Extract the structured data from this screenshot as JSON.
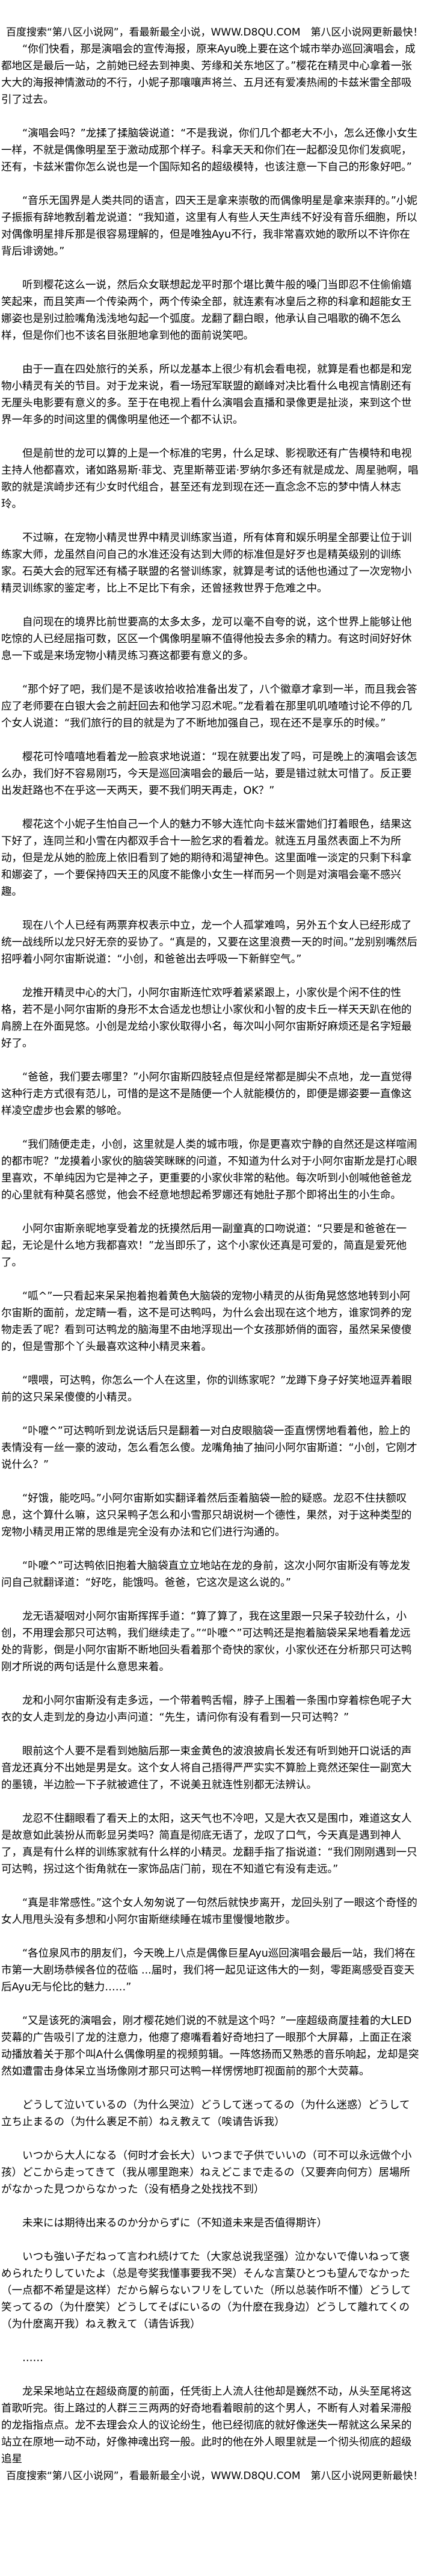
{
  "banner_top": "百度搜索“第八区小说网”，看最新最全小说，WWW.D8QU.COM　第八区小说网更新最快！",
  "paragraphs": [
    "“你们快看，那是演唱会的宣传海报，原来Ayu晚上要在这个城市举办巡回演唱会，成都地区是最后一站，之前她已经去到神奥、芳缘和关东地区了。”樱花在精灵中心拿着一张大大的海报神情激动的不行，小妮子那嚷嚷声将兰、五月还有爱凑热闹的卡兹米雷全部吸引了过去。",
    "“演唱会吗？”龙揉了揉脑袋说道：“不是我说，你们几个都老大不小，怎么还像小女生一样，不就是偶像明星至于激动成那个样子。科拿天天和你们在一起都没见你们发疯呢，还有，卡兹米雷你怎么说也是一个国际知名的超级模特，也该注意一下自己的形象好吧。”",
    "“音乐无国界是人类共同的语言，四天王是拿来崇敬的而偶像明星是拿来崇拜的。”小妮子振振有辞地教刮着龙说道：“我知道，这里有人有些人天生声线不好没有音乐细胞，所以对偶像明星排斥那是很容易理解的，但是唯独Ayu不行，我非常喜欢她的歌所以不许你在背后诽谤她。”",
    "听到樱花这么一说，然后众女联想起龙平时那个堪比黄牛般的嗓门当即忍不住偷偷嬉笑起来，而且笑声一个传染两个，两个传染全部，就连素有冰皇后之称的科拿和超能女王娜姿也是别过脸嘴角浅浅地勾起一个弧度。龙翻了翻白眼，他承认自己唱歌的确不怎么样，但是你们也不该名目张胆地拿到他的面前说笑吧。",
    "由于一直在四处旅行的关系，所以龙基本上很少有机会看电视，就算是看也都是和宠物小精灵有关的节目。对于龙来说，看一场冠军联盟的巅峰对决比看什么电视言情剧还有无厘头电影要有意义的多。至于在电视上看什么演唱会直播和录像更是扯淡，来到这个世界一年多的时间这里的偶像明星他还一个都不认识。",
    "但是前世的龙可以算的上是一个标准的宅男，什么足球、影视歌还有广告模特和电视主持人他都喜欢，诸如路易斯·菲戈、克里斯蒂亚诺·罗纳尔多还有就是成龙、周星驰啊，唱歌的就是滨崎步还有少女时代组合，甚至还有龙到现在还一直念念不忘的梦中情人林志玲。",
    "不过嘛，在宠物小精灵世界中精灵训练家当道，所有体育和娱乐明星全部要让位于训练家大师，龙虽然自问自己的水准还没有达到大师的标准但是好歹也是精英级别的训练家。石英大会的冠军还有橘子联盟的名誉训练家，就算是考试的话他也通过了一次宠物小精灵训练家的鉴定考，比上不足比下有余，还曾拯救世界于危难之中。",
    "自问现在的境界比前世要高的太多太多，龙可以毫不自夸的说，这个世界上能够让他吃惊的人已经屈指可数，区区一个偶像明星嘛不值得他投去多余的精力。有这时间好好休息一下或是来场宠物小精灵练习赛这都要有意义的多。",
    "“那个好了吧，我们是不是该收拾收拾准备出发了，八个徽章才拿到一半，而且我会答应了老师要在白银大会之前赶回去和他学习忍术呢。”龙看着在那里叽叽喳喳讨论不停的几个女人说道：“我们旅行的目的就是为了不断地加强自己，现在还不是享乐的时候。”",
    "樱花可怜嘻嘻地看着龙一脸哀求地说道：“现在就要出发了吗，可是晚上的演唱会该怎么办，我们好不容易刚巧，今天是巡回演唱会的最后一站，要是错过就太可惜了。反正要出发赶路也不在乎这一天两天，要不我们明天再走，OK？”",
    "樱花这个小妮子生怕自己一个人的魅力不够大连忙向卡兹米雷她们打着眼色，结果这下好了，连同兰和小雪在内都双手合十一脸乞求的看着龙。就连五月虽然表面上不为所动，但是龙从她的脸庞上依旧看到了她的期待和渴望神色。这里面唯一淡定的只剩下科拿和娜姿了，一个要保持四天王的风度不能像小女生一样而另一个则是对演唱会毫不感兴趣。",
    "现在八个人已经有两票弃权表示中立，龙一个人孤掌难鸣，另外五个女人已经形成了统一战线所以龙只好无奈的妥协了。“真是的，又要在这里浪费一天的时间。”龙别别嘴然后招呼着小阿尔宙斯说道：“小创，和爸爸出去呼吸一下新鲜空气。”",
    "龙推开精灵中心的大门，小阿尔宙斯连忙欢呼着紧紧跟上，小家伙是个闲不住的性格，若不是小阿尔宙斯的身形不太合适龙也想让小家伙和小智的皮卡丘一样天天趴在他的肩膀上在外面晃悠。小创是龙给小家伙取得小名，每次叫小阿尔宙斯好麻烦还是名字短最好了。",
    "“爸爸，我们要去哪里？”小阿尔宙斯四肢轻点但是经常都是脚尖不点地，龙一直觉得这种行走方式很有范儿，可惜的是这不是随便一个人就能模仿的，即便是娜姿要一直像这样凌空虚步也会累的够呛。",
    "“我们随便走走，小创，这里就是人类的城市哦，你是更喜欢宁静的自然还是这样喧闹的都市呢？”龙摸着小家伙的脑袋笑眯眯的问道，不知道为什么对于小阿尔宙斯龙是打心眼里喜欢，不单纯因为它是神之子，更重要的小家伙非常的粘他。每次听到小创喊他爸爸龙的心里就有种莫名感觉，他会不经意地想起希罗娜还有她肚子那个即将出生的小生命。",
    "小阿尔宙斯亲昵地享受着龙的抚摸然后用一副童真的口吻说道：“只要是和爸爸在一起，无论是什么地方我都喜欢！”龙当即乐了，这个小家伙还真是可爱的，简直是爱死他了。",
    "“呱^”一只看起来呆呆抱着抱着黄色大脑袋的宠物小精灵的从街角晃悠悠地转到小阿尔宙斯的面前，龙定睛一看，这不是可达鸭吗，为什么会出现在这个地方，谁家饲养的宠物走丢了呢？看到可达鸭龙的脑海里不由地浮现出一个女孩那娇俏的面容，虽然呆呆傻傻的，但是雪那个丫头最喜欢这种小精灵来着。",
    "“喂喂，可达鸭，你怎么一个人在这里，你的训练家呢？”龙蹲下身子好笑地逗弄着眼前的这只呆呆傻傻的小精灵。",
    "“卟嚒^”可达鸭听到龙说话后只是翻着一对白皮眼脑袋一歪直愣愣地看着他，脸上的表情没有一丝一豪的波动，怎么看怎么傻。龙嘴角抽了抽问小阿尔宙斯道：“小创，它刚才说什么？”",
    "“好饿，能吃吗。”小阿尔宙斯如实翻译着然后歪着脑袋一脸的疑惑。龙忍不住扶额叹息，这个算什么嘛，这只呆鸭子怎么和小雪那只胡说树一个德性，果然，对于这种类型的宠物小精灵用正常的思维是完全没有办法和它们进行沟通的。",
    "“卟嚒^”可达鸭依旧抱着大脑袋直立立地站在龙的身前，这次小阿尔宙斯没有等龙发问自己就翻译道：“好吃，能饿吗。爸爸，它这次是这么说的。”",
    "龙无语凝咽对小阿尔宙斯挥挥手道：“算了算了，我在这里跟一只呆子较劲什么，小创，不用理会那只可达鸭，我们继续走了。”“卟嚒^”可达鸭还是抱着脑袋呆呆地看着龙远处的背影，倒是小阿尔宙斯不断地回头看着那个奇快的家伙，小家伙还在分析那只可达鸭刚才所说的两句话是什么意思来着。",
    "龙和小阿尔宙斯没有走多远，一个带着鸭舌帽，脖子上围着一条围巾穿着棕色呢子大衣的女人走到龙的身边小声问道：“先生，请问你有没有看到一只可达鸭？”",
    "眼前这个人要不是看到她脑后那一束金黄色的波浪披肩长发还有听到她开口说话的声音龙还真分不出她是男是女。这个女人将自己捂得严严实实不算脸上竟然还架住一副宽大的墨镜，半边脸一下子就被遮住了，不说美丑就连性别都无法辨认。",
    "龙忍不住翻眼看了看天上的太阳，这天气也不冷吧，又是大衣又是围巾，难道这女人是故意如此装扮从而彰显另类吗？简直是彻底无语了，龙叹了口气，今天真是遇到神人了，真是有什么样的训练家就有什么样的小精灵。龙翻手指了指说道：“我们刚刚遇到一只可达鸭，拐过这个街角就在一家饰品店门前，现在不知道它有没有走远。”",
    "“真是非常感性。”这个女人匆匆说了一句然后就快步离开，龙回头别了一眼这个奇怪的女人甩甩头没有多想和小阿尔宙斯继续睡在城市里慢慢地散步。",
    "“各位泉风市的朋友们，今天晚上八点是偶像巨星Ayu巡回演唱会最后一站，我们将在市第一大剧场恭候各位的莅临 ...届时，我们将一起见证这伟大的一刻，零距离感受百变天后Ayu无与伦比的魅力……”",
    "“又是该死的演唱会，刚才樱花她们说的不就是这个吗？”一座超级商厦挂着的大LED荧幕的广告吸引了龙的注意力，他瘪了瘪嘴看着好奇地扫了一眼那个大屏幕，上面正在滚动播放着关于那个叫A什么偶像明星的视频剪辑。一阵悠扬而又熟悉的音乐响起，龙却是突然如遭雷击身体呆立当场像刚才那只可达鸭一样愣愣地盯视面前的那个大荧幕。",
    "どうして泣いているの（为什么哭泣）どうして迷ってるの（为什么迷惑）どうして立ち止まるの（为什么裹足不前）ねえ教えて（唉请告诉我）",
    "いつから大人になる（何时才会长大）いつまで子供でいいの（可不可以永远做个小孩）どこから走ってきて（我从哪里跑来）ねえどこまで走るの（又要奔向何方）居場所がなかった見つからなかった（没有栖身之处找找不到）",
    "未来には期待出来るのか分からずに（不知道未来是否值得期许）",
    "いつも強い子だねって言われ続けてた（大家总说我坚强）泣かないで偉いねって褒められたりしていたよ（总是夸奖我懂事要我不哭）そんな言葉ひとつも望んでなかった（一点都不希望是这样）だから解らないフリをしていた（所以总装作听不懂）どうして笑ってるの（为什麽笑）どうしてそばにいるの（为什麽在我身边）どうして離れてくの（为什麽离开我）ねえ教えて（请告诉我）",
    "……",
    "龙呆呆地站立在超级商厦的前面，任凭街上人流人往他却是巍然不动，从头至尾将这首歌听完。街上路过的人群三三两两的好奇地看着眼前的这个男人，不断有人对着呆滞般的龙指指点点。龙不去理会众人的议论纷生，他已经彻底的就好像迷失一帮就这么呆呆的站立在原地一动不动，好像神魂出窍一般。此时的他在外人眼里就是一个彻头彻底的超级追星"
  ],
  "banner_bottom": "百度搜索“第八区小说网”，看最新最全小说，WWW.D8QU.COM　第八区小说网更新最快！"
}
